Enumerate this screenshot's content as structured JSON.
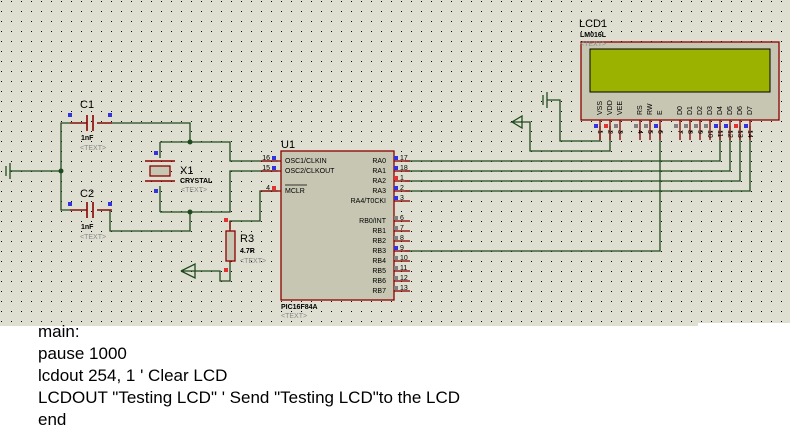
{
  "colors": {
    "sheet_bg": "#dedfd1",
    "grid_dot": "#000000",
    "wire": "#1f4a1f",
    "pin_line": "#8b0000",
    "component_body": "#c7c6b3",
    "component_border": "#8b0000",
    "lcd_screen": "#9cb200",
    "pin_blue": "#3333dd",
    "pin_red": "#dd3333",
    "pin_gray": "#808080",
    "text_placeholder": "#8a8a8a"
  },
  "components": {
    "lcd": {
      "ref": "LCD1",
      "value": "LM016L",
      "text": "<TEXT>",
      "pins": [
        {
          "num": "1",
          "name": "VSS",
          "state": "blue"
        },
        {
          "num": "2",
          "name": "VDD",
          "state": "red"
        },
        {
          "num": "3",
          "name": "VEE",
          "state": "gray"
        },
        {
          "num": "4",
          "name": "RS",
          "state": "gray"
        },
        {
          "num": "5",
          "name": "RW",
          "state": "gray"
        },
        {
          "num": "6",
          "name": "E",
          "state": "blue"
        },
        {
          "num": "7",
          "name": "D0",
          "state": "gray"
        },
        {
          "num": "8",
          "name": "D1",
          "state": "gray"
        },
        {
          "num": "9",
          "name": "D2",
          "state": "gray"
        },
        {
          "num": "10",
          "name": "D3",
          "state": "gray"
        },
        {
          "num": "11",
          "name": "D4",
          "state": "blue"
        },
        {
          "num": "12",
          "name": "D5",
          "state": "blue"
        },
        {
          "num": "13",
          "name": "D6",
          "state": "red"
        },
        {
          "num": "14",
          "name": "D7",
          "state": "blue"
        }
      ]
    },
    "mcu": {
      "ref": "U1",
      "value": "PIC16F84A",
      "text": "<TEXT>",
      "left_pins": [
        {
          "num": "16",
          "name": "OSC1/CLKIN",
          "state": "blue"
        },
        {
          "num": "15",
          "name": "OSC2/CLKOUT",
          "state": "blue"
        },
        {
          "num": "4",
          "name": "MCLR",
          "state": "red"
        }
      ],
      "right_pins": [
        {
          "num": "17",
          "name": "RA0",
          "state": "blue"
        },
        {
          "num": "18",
          "name": "RA1",
          "state": "blue"
        },
        {
          "num": "1",
          "name": "RA2",
          "state": "red"
        },
        {
          "num": "2",
          "name": "RA3",
          "state": "blue"
        },
        {
          "num": "3",
          "name": "RA4/T0CKI",
          "state": "blue"
        },
        {
          "num": "6",
          "name": "RB0/INT",
          "state": "gray"
        },
        {
          "num": "7",
          "name": "RB1",
          "state": "gray"
        },
        {
          "num": "8",
          "name": "RB2",
          "state": "gray"
        },
        {
          "num": "9",
          "name": "RB3",
          "state": "blue"
        },
        {
          "num": "10",
          "name": "RB4",
          "state": "gray"
        },
        {
          "num": "11",
          "name": "RB5",
          "state": "gray"
        },
        {
          "num": "12",
          "name": "RB6",
          "state": "gray"
        },
        {
          "num": "13",
          "name": "RB7",
          "state": "gray"
        }
      ]
    },
    "c1": {
      "ref": "C1",
      "value": "1nF",
      "text": "<TEXT>"
    },
    "c2": {
      "ref": "C2",
      "value": "1nF",
      "text": "<TEXT>"
    },
    "x1": {
      "ref": "X1",
      "value": "CRYSTAL",
      "text": "<TEXT>"
    },
    "r3": {
      "ref": "R3",
      "value": "4.7R",
      "text": "<TEXT>"
    }
  },
  "code": {
    "lines": [
      "main:",
      "pause 1000",
      "lcdout 254, 1 ' Clear LCD",
      "LCDOUT \"Testing LCD\" ' Send \"Testing LCD\"to the LCD",
      "end"
    ]
  }
}
